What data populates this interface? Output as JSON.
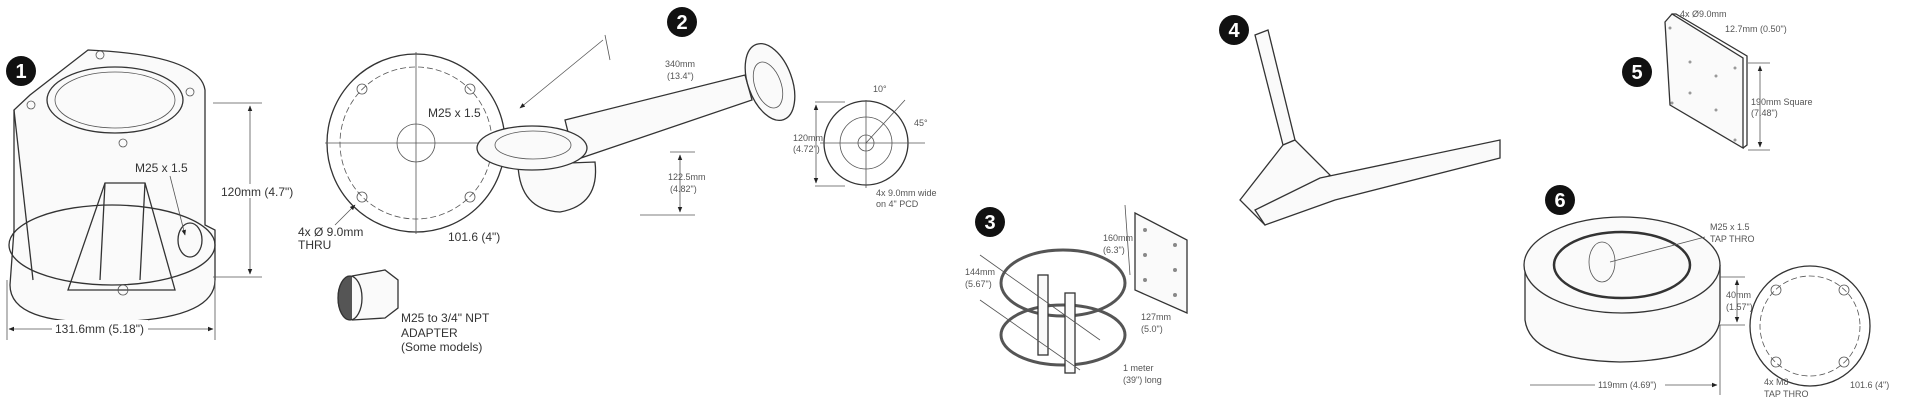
{
  "items": [
    {
      "number": "1",
      "labels": {
        "port": "M25 x 1.5",
        "height": "120mm (4.7\")",
        "width": "131.6mm (5.18\")",
        "center_thread": "M25 x 1.5",
        "holes_1": "4x  Ø 9.0mm",
        "holes_2": "THRU",
        "pcd": "101.6 (4\")",
        "adapter_1": "M25 to 3/4\" NPT",
        "adapter_2": "ADAPTER",
        "adapter_3": "(Some models)"
      }
    },
    {
      "number": "2",
      "labels": {
        "length_1": "340mm",
        "length_2": "(13.4\")",
        "drop_1": "122.5mm",
        "drop_2": "(4.82\")",
        "plate_1": "120mm",
        "plate_2": "(4.72\")",
        "angle_1": "10°",
        "angle_2": "45°",
        "slots_1": "4x 9.0mm wide",
        "slots_2": "on 4\" PCD"
      }
    },
    {
      "number": "3",
      "labels": {
        "band_1": "144mm",
        "band_2": "(5.67\")",
        "plate_h_1": "160mm",
        "plate_h_2": "(6.3\")",
        "plate_w_1": "127mm",
        "plate_w_2": "(5.0\")",
        "strap_1": "1 meter",
        "strap_2": "(39\") long"
      }
    },
    {
      "number": "4",
      "labels": {}
    },
    {
      "number": "5",
      "labels": {
        "holes": "4x  Ø9.0mm",
        "thickness": "12.7mm (0.50\")",
        "size_1": "190mm Square",
        "size_2": "(7.48\")"
      }
    },
    {
      "number": "6",
      "labels": {
        "thread_1": "M25 x 1.5",
        "thread_2": "TAP THRO",
        "height_1": "40mm",
        "height_2": "(1.57\")",
        "width": "119mm (4.69\")",
        "holes_1": "4x  M8",
        "holes_2": "TAP THRO",
        "pcd": "101.6 (4\")"
      }
    }
  ]
}
